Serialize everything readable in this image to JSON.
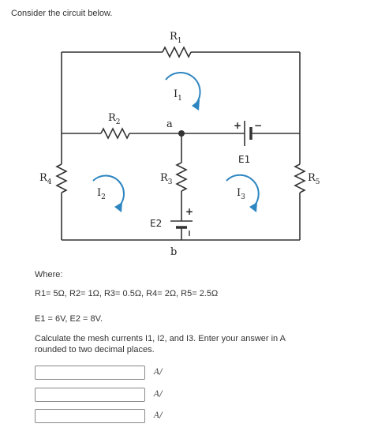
{
  "intro": "Consider the circuit below.",
  "circuit": {
    "r1": "R",
    "r1_sub": "1",
    "r2": "R",
    "r2_sub": "2",
    "r3": "R",
    "r3_sub": "3",
    "r4": "R",
    "r4_sub": "4",
    "r5": "R",
    "r5_sub": "5",
    "i1": "I",
    "i1_sub": "1",
    "i2": "I",
    "i2_sub": "2",
    "i3": "I",
    "i3_sub": "3",
    "node_a": "a",
    "node_b": "b",
    "e1": "E1",
    "e2": "E2",
    "plus": "+",
    "minus": "−",
    "colors": {
      "wire": "#333333",
      "arrow": "#2e86c1"
    }
  },
  "where_label": "Where:",
  "values_line1": "R1= 5Ω, R2= 1Ω, R3= 0.5Ω, R4= 2Ω, R5= 2.5Ω",
  "values_line2": "E1 = 6V, E2 = 8V.",
  "question": "Calculate the mesh currents I1, I2, and I3. Enter your answer in A rounded to two decimal places.",
  "answers": [
    {
      "value": "",
      "format_icon": "A/"
    },
    {
      "value": "",
      "format_icon": "A/"
    },
    {
      "value": "",
      "format_icon": "A/"
    }
  ]
}
